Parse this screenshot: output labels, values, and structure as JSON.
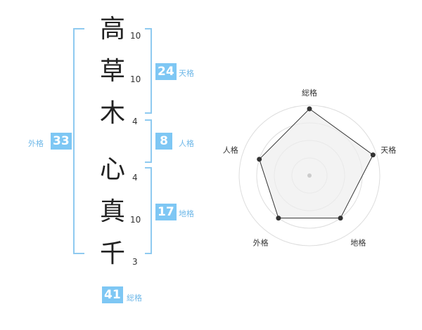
{
  "name": {
    "characters": [
      {
        "char": "高",
        "strokes": "10"
      },
      {
        "char": "草",
        "strokes": "10"
      },
      {
        "char": "木",
        "strokes": "4"
      },
      {
        "char": "心",
        "strokes": "4"
      },
      {
        "char": "真",
        "strokes": "10"
      },
      {
        "char": "千",
        "strokes": "3"
      }
    ]
  },
  "fortunes": {
    "tenkaku": {
      "value": "24",
      "label": "天格"
    },
    "jinkaku": {
      "value": "8",
      "label": "人格"
    },
    "chikaku": {
      "value": "17",
      "label": "地格"
    },
    "gaikaku": {
      "value": "33",
      "label": "外格"
    },
    "soukaku": {
      "value": "41",
      "label": "総格"
    }
  },
  "chart_data": {
    "type": "radar",
    "axes": [
      "総格",
      "天格",
      "地格",
      "外格",
      "人格"
    ],
    "values": [
      0.95,
      0.95,
      0.75,
      0.75,
      0.75
    ],
    "colors": {
      "bracket": "#8fcaf0",
      "badge": "#7ec7f4",
      "polygon_stroke": "#333333",
      "polygon_fill": "#eeeeee"
    }
  }
}
